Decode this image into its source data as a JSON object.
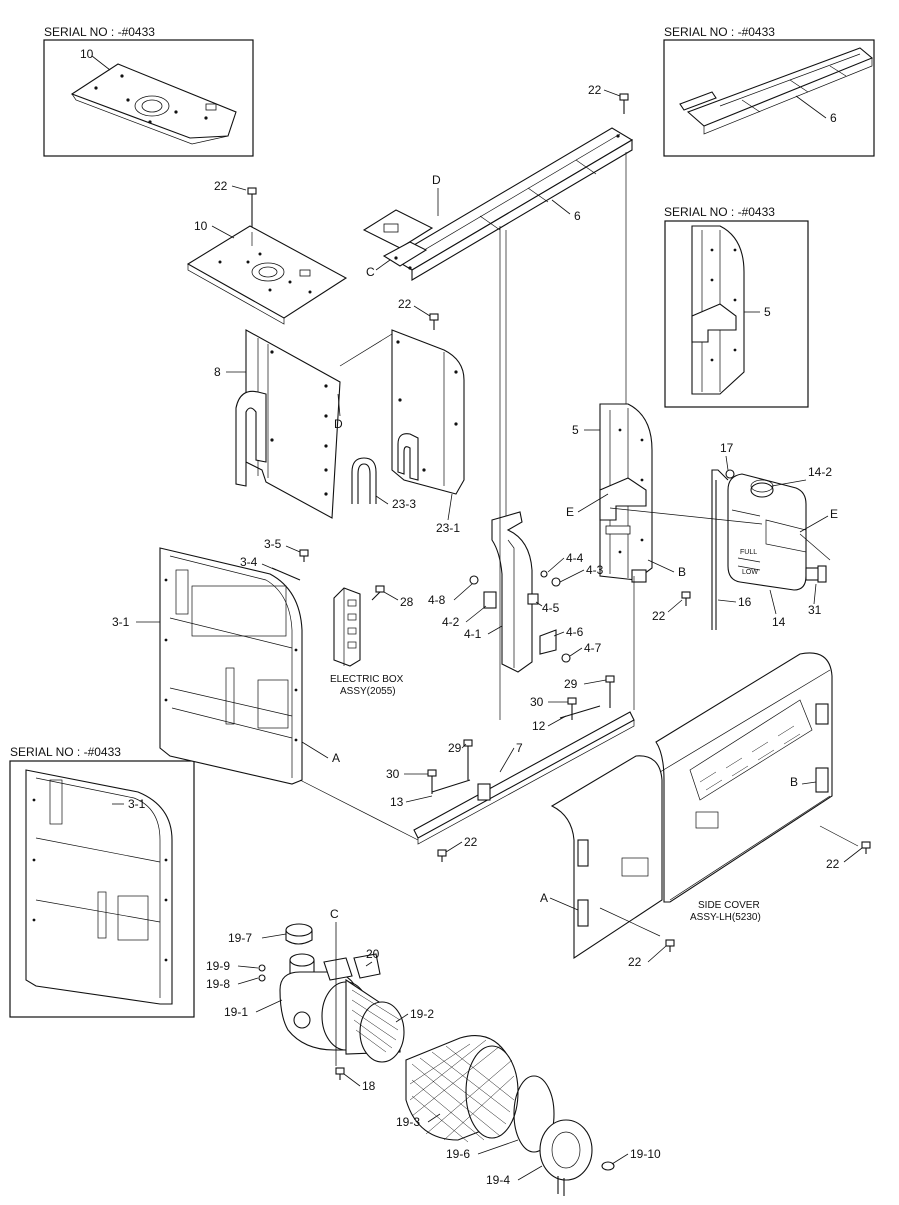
{
  "serial_boxes": {
    "top_left": "SERIAL NO : -#0433",
    "top_right": "SERIAL NO : -#0433",
    "mid_right": "SERIAL NO : -#0433",
    "bottom_left": "SERIAL NO : -#0433"
  },
  "captions": {
    "electric_box_line1": "ELECTRIC BOX",
    "electric_box_line2": "ASSY(2055)",
    "side_cover_line1": "SIDE COVER",
    "side_cover_line2": "ASSY-LH(5230)"
  },
  "tank_text": {
    "full": "FULL",
    "low": "LOW"
  },
  "callouts": {
    "p10_box": "10",
    "p6_box": "6",
    "p5_box": "5",
    "p3_1_box": "3-1",
    "p22_top": "22",
    "p22_plate": "22",
    "p22_panel": "22",
    "p22_post": "22",
    "p22_rail": "22",
    "p22_side": "22",
    "p22_cover": "22",
    "p10": "10",
    "p6": "6",
    "p8": "8",
    "p5": "5",
    "pD_top": "D",
    "pD_mid": "D",
    "pC_top": "C",
    "pC_filter": "C",
    "p23_3": "23-3",
    "p23_1": "23-1",
    "p3_5": "3-5",
    "p3_4": "3-4",
    "p3_1": "3-1",
    "p28": "28",
    "pA_panel": "A",
    "pA_cover": "A",
    "pE_post": "E",
    "pE_tank": "E",
    "pB_post": "B",
    "pB_cover": "B",
    "p17": "17",
    "p14_2": "14-2",
    "p14": "14",
    "p16": "16",
    "p31": "31",
    "p4_4": "4-4",
    "p4_3": "4-3",
    "p4_8": "4-8",
    "p4_5": "4-5",
    "p4_2": "4-2",
    "p4_1": "4-1",
    "p4_6": "4-6",
    "p4_7": "4-7",
    "p29_a": "29",
    "p29_b": "29",
    "p30_a": "30",
    "p30_b": "30",
    "p12": "12",
    "p13": "13",
    "p7": "7",
    "p19_7": "19-7",
    "p20": "20",
    "p19_9": "19-9",
    "p19_8": "19-8",
    "p19_1": "19-1",
    "p19_2": "19-2",
    "p18": "18",
    "p19_3": "19-3",
    "p19_6": "19-6",
    "p19_4": "19-4",
    "p19_10": "19-10"
  }
}
